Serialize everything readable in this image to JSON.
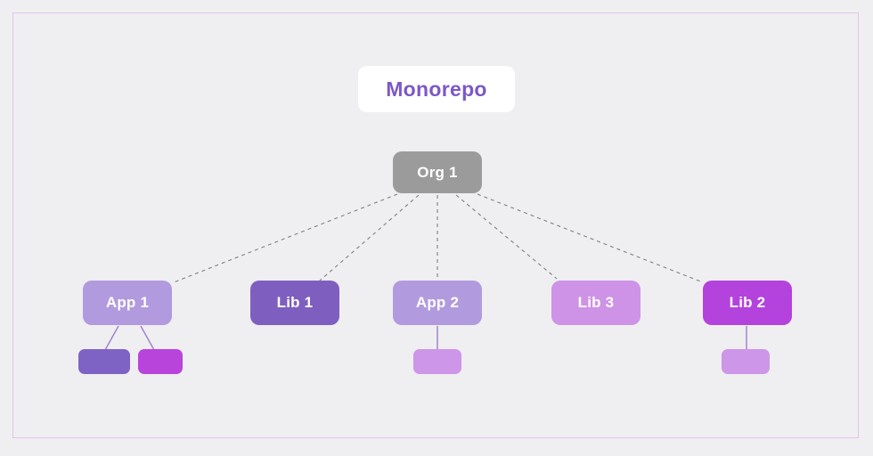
{
  "diagram": {
    "title": "Monorepo",
    "background_color": "#efeef0",
    "frame_border_color": "#e2c4ef",
    "title_text_color": "#7b58c8",
    "root": {
      "label": "Org 1",
      "color": "#9b9b9b"
    },
    "edge_styles": {
      "root_to_child": "dashed",
      "root_edge_color": "#808080",
      "child_to_leaf": "solid",
      "child_edge_color": "#9a7fd0"
    },
    "nodes": [
      {
        "id": "app1",
        "label": "App 1",
        "color": "#b29ade",
        "leaves": [
          {
            "id": "app1-leaf-a",
            "label": "",
            "color": "#7e63c4"
          },
          {
            "id": "app1-leaf-b",
            "label": "",
            "color": "#b844dc"
          }
        ]
      },
      {
        "id": "lib1",
        "label": "Lib 1",
        "color": "#7e5fc0",
        "leaves": []
      },
      {
        "id": "app2",
        "label": "App 2",
        "color": "#b29ade",
        "leaves": [
          {
            "id": "app2-leaf-a",
            "label": "",
            "color": "#cd96e8"
          }
        ]
      },
      {
        "id": "lib3",
        "label": "Lib 3",
        "color": "#ce93e6",
        "leaves": []
      },
      {
        "id": "lib2",
        "label": "Lib 2",
        "color": "#b343dc",
        "leaves": [
          {
            "id": "lib2-leaf-a",
            "label": "",
            "color": "#cd96e8"
          }
        ]
      }
    ]
  }
}
